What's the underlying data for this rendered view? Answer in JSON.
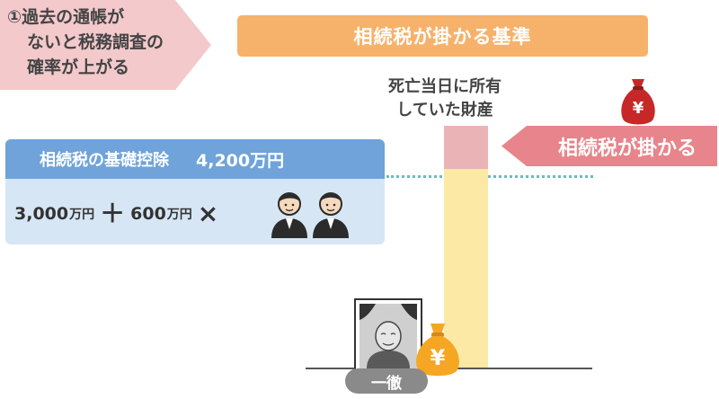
{
  "step": {
    "lines": [
      "①過去の通帳が",
      "ないと税務調査の",
      "確率が上がる"
    ]
  },
  "header": {
    "title": "相続税が掛かる基準"
  },
  "property": {
    "lines": [
      "死亡当日に所有",
      "していた財産"
    ]
  },
  "taxed_label": "相続税が掛かる",
  "deduction": {
    "label": "相続税の基礎控除",
    "amount": "4,200万円",
    "formula": {
      "base_num": "3,000",
      "base_unit": "万円",
      "plus": "＋",
      "per_heir_num": "600",
      "per_heir_unit": "万円",
      "times": "×"
    }
  },
  "person": {
    "name": "一徹"
  },
  "icons": {
    "yen_symbol": "¥",
    "bag_red": "money-bag-red-icon",
    "bag_orange": "money-bag-orange-icon",
    "heirs": "two-heirs-icon",
    "portrait": "memorial-portrait-icon"
  },
  "colors": {
    "step_bg": "#f3c9cc",
    "header_bg": "#f6b26b",
    "taxed_bg": "#e8848b",
    "deduction_head": "#6fa3da",
    "deduction_body": "#d6e6f5",
    "bar_yellow": "#fde9a6",
    "bar_pink": "#eab4b7",
    "dotted": "#6bbac0"
  }
}
